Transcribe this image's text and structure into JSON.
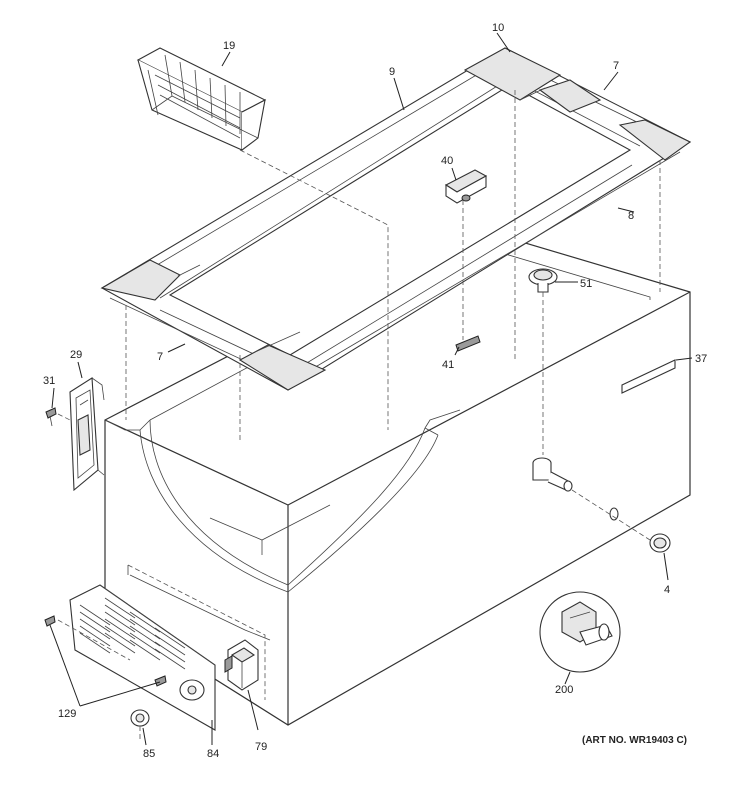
{
  "callouts": {
    "p10": "10",
    "p19": "19",
    "p9": "9",
    "p7_top": "7",
    "p40": "40",
    "p8": "8",
    "p51": "51",
    "p29": "29",
    "p31": "31",
    "p7_left": "7",
    "p41": "41",
    "p37": "37",
    "p4": "4",
    "p200": "200",
    "p129": "129",
    "p85": "85",
    "p84": "84",
    "p79": "79"
  },
  "art_number": "(ART NO. WR19403 C)"
}
